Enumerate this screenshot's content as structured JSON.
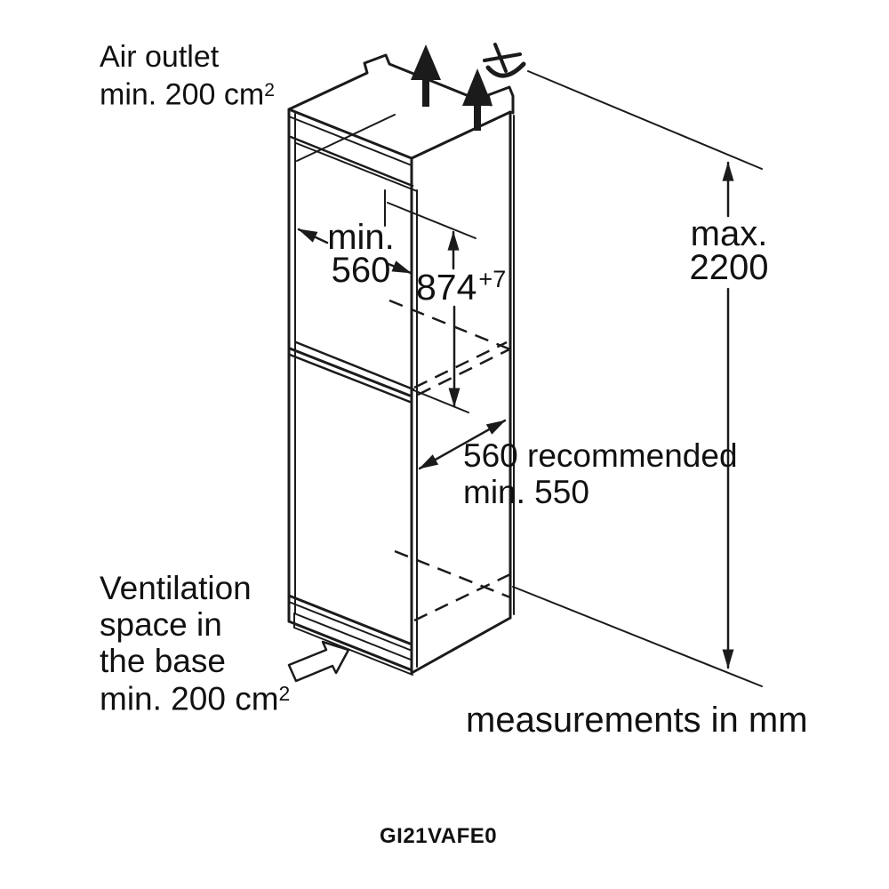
{
  "page": {
    "background_color": "#ffffff",
    "line_color": "#1b1b1b"
  },
  "diagram": {
    "type": "appliance installation niche drawing",
    "product_code": "GI21VAFE0",
    "footer_note": "measurements in mm",
    "labels": {
      "air_outlet": {
        "line1": "Air outlet",
        "line2": "min. 200 cm",
        "line2_sup": "2"
      },
      "ventilation": {
        "line1": "Ventilation",
        "line2": "space in",
        "line3": "the base",
        "line4": "min. 200 cm",
        "line4_sup": "2"
      }
    },
    "dimensions": {
      "niche_width": {
        "line1": "min.",
        "line2": "560"
      },
      "niche_height": {
        "value": "874",
        "tolerance": "+7"
      },
      "max_height": {
        "line1": "max.",
        "line2": "2200"
      },
      "depth": {
        "line1": "560 recommended",
        "line2": "min. 550"
      }
    },
    "icons": [
      "air-flow-up-arrow",
      "air-flow-up-arrow",
      "air-curl",
      "ventilation-base-arrow"
    ]
  }
}
